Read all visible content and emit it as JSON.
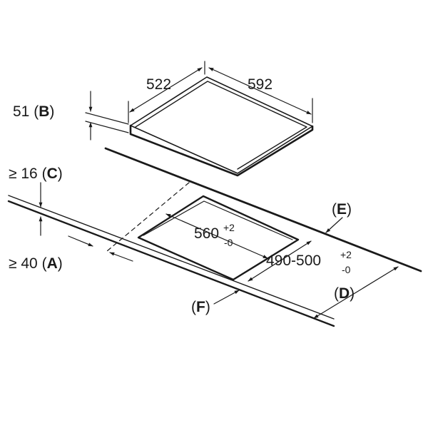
{
  "dimensions": {
    "depth": "522",
    "width": "592",
    "thickness": "51",
    "min_front_distance": "≥ 40",
    "min_top_thickness": "≥ 16",
    "cutout_width": "560",
    "cutout_width_tol_plus": "+2",
    "cutout_width_tol_minus": "-0",
    "cutout_depth": "490-500",
    "cutout_depth_tol_plus": "+2",
    "cutout_depth_tol_minus": "-0"
  },
  "callouts": {
    "A": "A",
    "B": "B",
    "C": "C",
    "D": "D",
    "E": "E",
    "F": "F"
  },
  "colors": {
    "line": "#1a1a1a",
    "background": "#ffffff"
  }
}
